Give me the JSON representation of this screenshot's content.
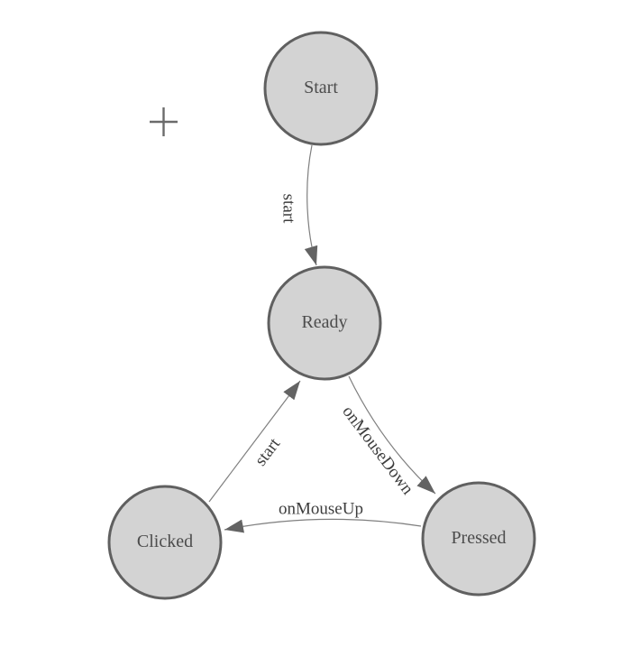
{
  "diagram": {
    "type": "state-machine",
    "nodes": [
      {
        "label": "Start"
      },
      {
        "label": "Ready"
      },
      {
        "label": "Clicked"
      },
      {
        "label": "Pressed"
      }
    ],
    "edges": [
      {
        "label": "start",
        "from": "Start",
        "to": "Ready"
      },
      {
        "label": "onMouseDown",
        "from": "Ready",
        "to": "Pressed"
      },
      {
        "label": "onMouseUp",
        "from": "Pressed",
        "to": "Clicked"
      },
      {
        "label": "start",
        "from": "Clicked",
        "to": "Ready"
      }
    ]
  },
  "colors": {
    "background": "#ffffff",
    "node_fill": "#d3d3d3",
    "node_stroke": "#606060",
    "node_text": "#4c4c4c",
    "edge_line": "#7f7f7f",
    "arrowhead": "#636363",
    "edge_label_text": "#3d3d3d",
    "crosshair": "#6b6b6b"
  },
  "icons": {
    "crosshair": "+"
  }
}
